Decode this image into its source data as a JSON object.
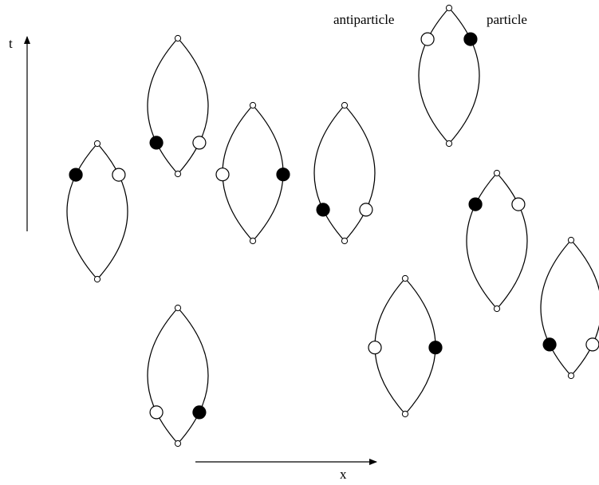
{
  "labels": {
    "time_axis": "t",
    "space_axis": "x",
    "antiparticle": "antiparticle",
    "particle": "particle"
  },
  "colors": {
    "line": "#000000",
    "particle_fill": "#000000",
    "antiparticle_fill": "#ffffff",
    "vertex_fill": "#ffffff",
    "background": "#ffffff"
  }
}
